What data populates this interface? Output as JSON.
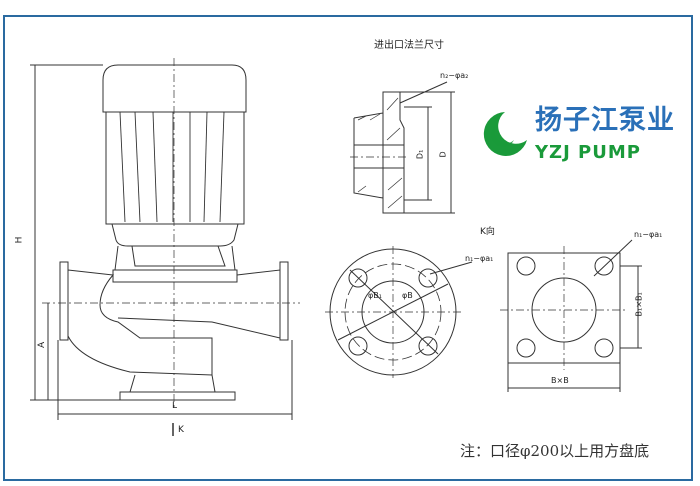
{
  "drawing": {
    "flange_title": "进出口法兰尺寸",
    "view_label": "K向",
    "dim_labels": {
      "H": "H",
      "A": "A",
      "L": "L",
      "K": "K",
      "D": "D",
      "D1": "D₁",
      "n2_a2": "n₂−φa₂",
      "n1_a1": "n₁−φa₁",
      "n1_a1_square": "n₁−φa₁",
      "phiB1": "φB₁",
      "phiB": "φB",
      "B1xB1": "B₁×B₁",
      "BxB": "B×B"
    },
    "note": "注：口径φ200以上用方盘底"
  },
  "logo": {
    "name_cn": "扬子江泵业",
    "name_en": "YZJ PUMP",
    "green": "#1a9a3a",
    "blue": "#2a70b8"
  },
  "colors": {
    "frame": "#2a6aa0",
    "line": "#333333"
  }
}
